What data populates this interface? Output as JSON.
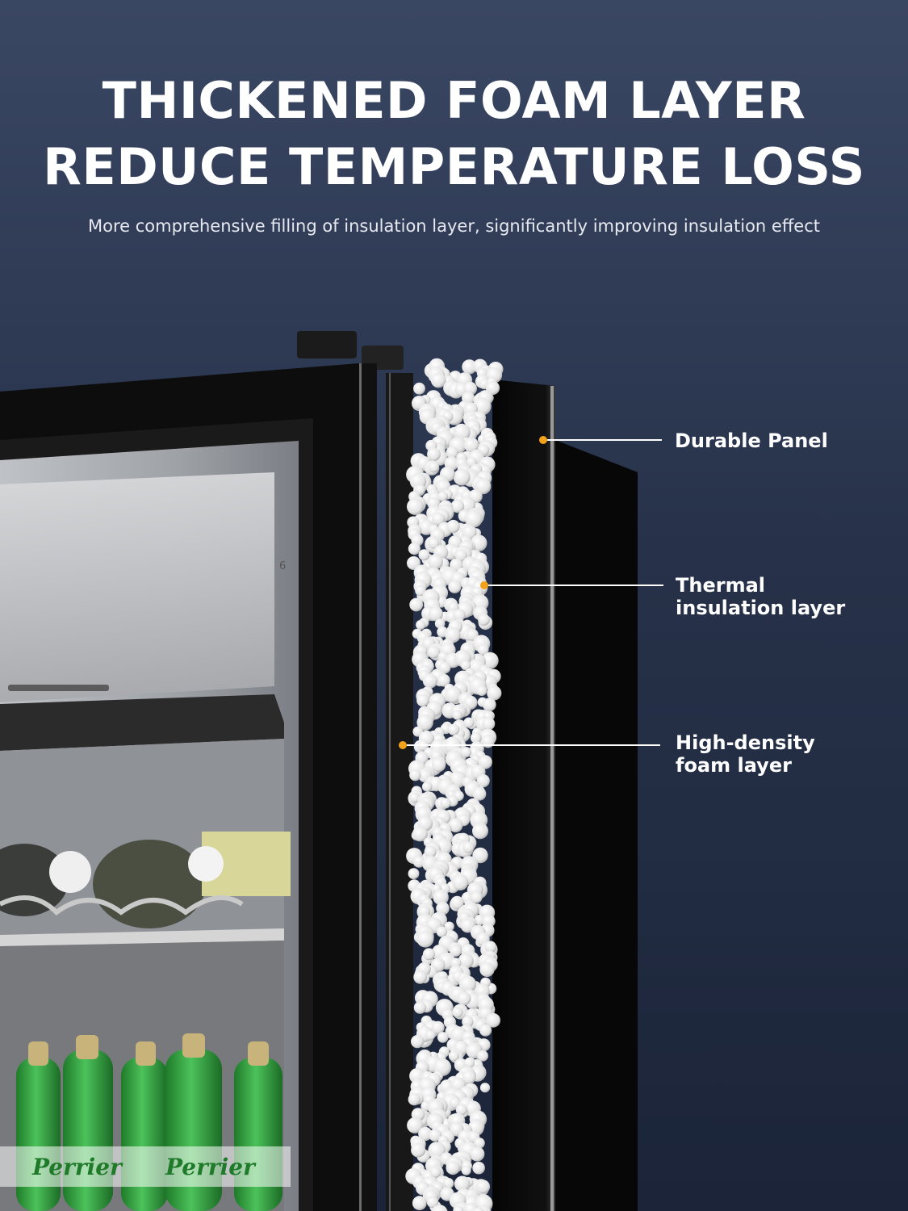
{
  "header": {
    "title_line1": "THICKENED FOAM LAYER",
    "title_line2": "REDUCE TEMPERATURE LOSS",
    "subtitle": "More comprehensive filling of insulation layer, significantly improving insulation effect"
  },
  "callouts": [
    {
      "line1": "Durable Panel",
      "line2": ""
    },
    {
      "line1": "Thermal",
      "line2": "insulation layer"
    },
    {
      "line1": "High-density",
      "line2": "foam layer"
    }
  ],
  "fridge": {
    "thermostat_mark": "6",
    "bottle_brand": "Perrier"
  },
  "colors": {
    "background_top": "#3a4763",
    "background_bottom": "#1b2438",
    "callout_dot": "#f2a21b",
    "bottle_green": "#2f9a3a",
    "foam": "#e8e8e8"
  }
}
